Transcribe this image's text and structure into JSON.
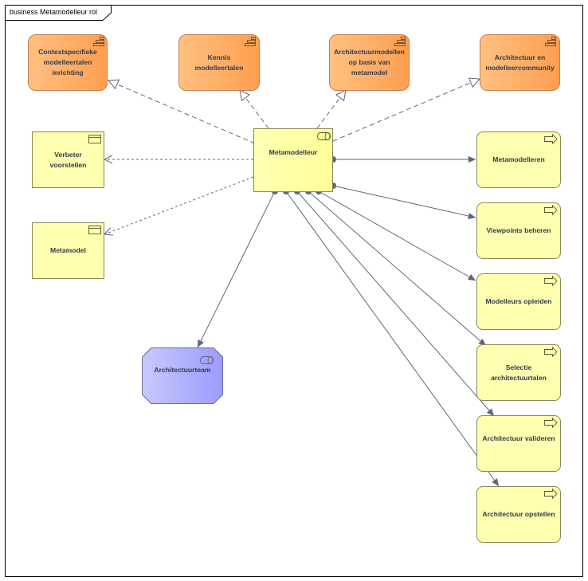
{
  "diagram_tab": "business Metamodelleur rol",
  "central_role": "Metamodelleur",
  "top_requirements": [
    "Contextspecifieke modelleertalen inrichting",
    "Kennis modelleertalen",
    "Architectuurmodellen op basis van metamodel",
    "Architectuur en modelleercommunity"
  ],
  "objects": [
    "Verbeter voorstellen",
    "Metamodel"
  ],
  "processes": [
    "Metamodelleren",
    "Viewpoints beheren",
    "Modelleurs opleiden",
    "Selectie architectuurtalen",
    "Architectuur valideren",
    "Architectuur opstellen"
  ],
  "collaboration": "Architectuurteam",
  "colors": {
    "requirement_fill": "#ffa860",
    "business_fill": "#ffffb0",
    "collaboration_fill": "#b8b8ff",
    "connector": "#5a6782"
  }
}
